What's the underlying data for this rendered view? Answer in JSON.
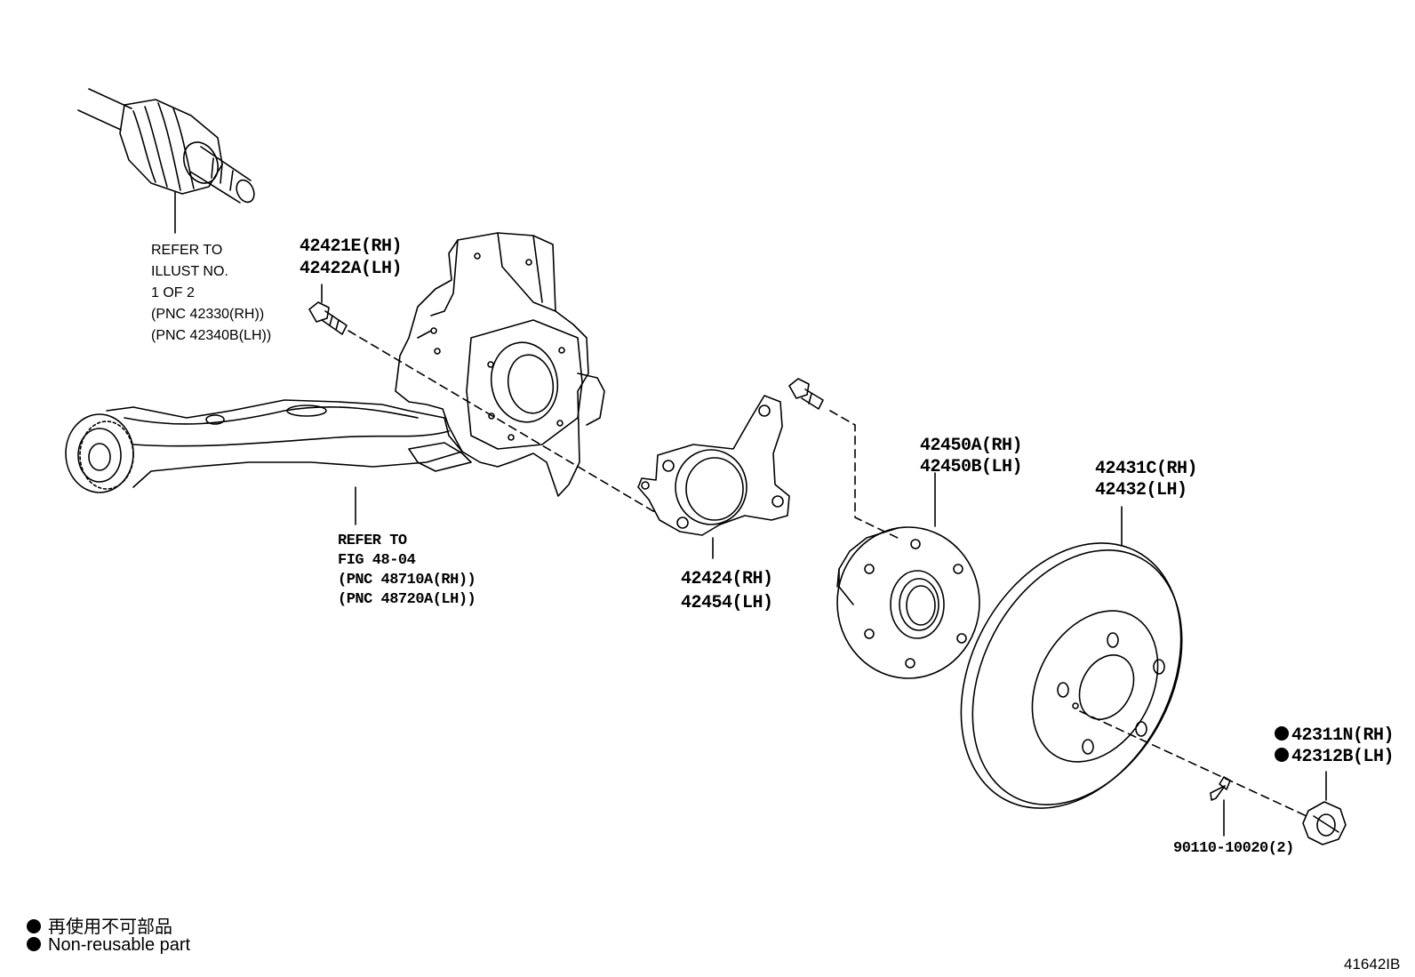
{
  "callouts": {
    "driveshaft_ref": [
      "REFER TO",
      "ILLUST NO.",
      "1 OF 2",
      "(PNC 42330(RH))",
      "(PNC 42340B(LH))"
    ],
    "bolt_42421": [
      "42421E(RH)",
      "42422A(LH)"
    ],
    "arm_ref": [
      "REFER TO",
      "FIG 48-04",
      "(PNC 48710A(RH))",
      "(PNC 48720A(LH))"
    ],
    "plate_42424": [
      "42424(RH)",
      "42454(LH)"
    ],
    "hub_42450": [
      "42450A(RH)",
      "42450B(LH)"
    ],
    "disc_42431": [
      "42431C(RH)",
      "42432(LH)"
    ],
    "nut_42311": [
      "42311N(RH)",
      "42312B(LH)"
    ],
    "screw_90110": "90110-10020(2)"
  },
  "legend": {
    "non_reusable_jp": "再使用不可部品",
    "non_reusable_en": "Non-reusable part"
  },
  "illustration_id": "41642IB",
  "icons": {
    "drive_shaft": "drive-shaft-icon",
    "knuckle": "steering-knuckle-icon",
    "lower_arm": "suspension-arm-icon",
    "backing_plate": "backing-plate-icon",
    "hub_bearing": "hub-bearing-icon",
    "brake_disc": "brake-disc-icon",
    "hub_nut": "hub-nut-icon",
    "bolt": "bolt-icon",
    "non_reusable_marker": "filled-circle-icon"
  }
}
